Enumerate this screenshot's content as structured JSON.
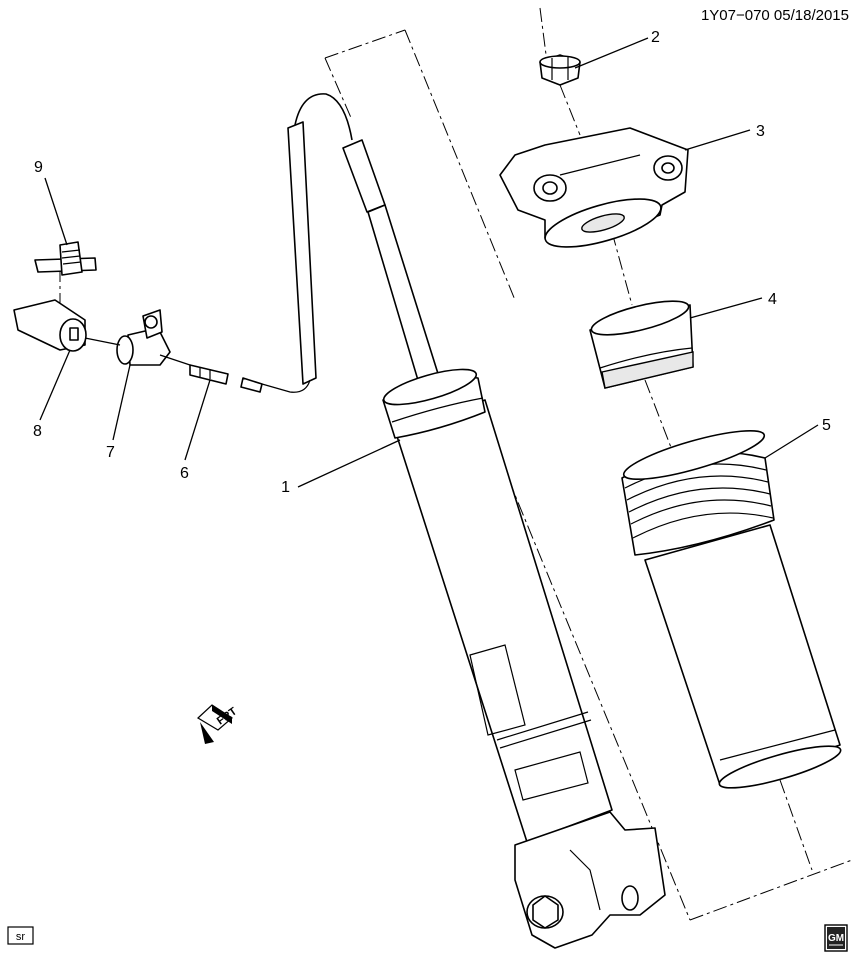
{
  "header": {
    "diagram_id": "1Y07−070  05/18/2015"
  },
  "callouts": [
    "1",
    "2",
    "3",
    "4",
    "5",
    "6",
    "7",
    "8",
    "9"
  ],
  "front_indicator": "FRT",
  "footer": {
    "sr_label": "sr",
    "logo_text": "GM"
  }
}
